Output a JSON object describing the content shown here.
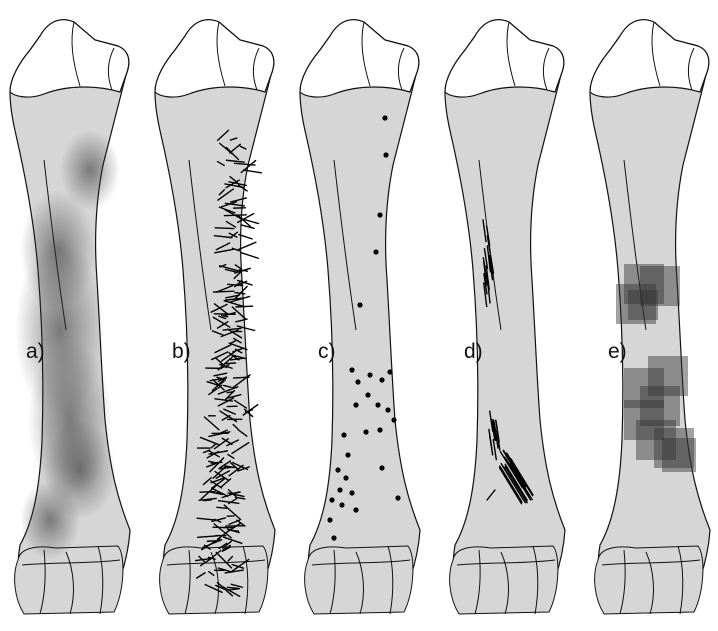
{
  "figure": {
    "panels": [
      {
        "id": "a",
        "label": "a)",
        "mode": "density"
      },
      {
        "id": "b",
        "label": "b)",
        "mode": "lines"
      },
      {
        "id": "c",
        "label": "c)",
        "mode": "dots"
      },
      {
        "id": "d",
        "label": "d)",
        "mode": "line-clusters"
      },
      {
        "id": "e",
        "label": "e)",
        "mode": "squares"
      }
    ],
    "colors": {
      "bone_fill": "#d6d6d6",
      "outline": "#111111",
      "mark": "#000000",
      "density_dark": "#3a3a3a",
      "square": "#333333"
    }
  }
}
